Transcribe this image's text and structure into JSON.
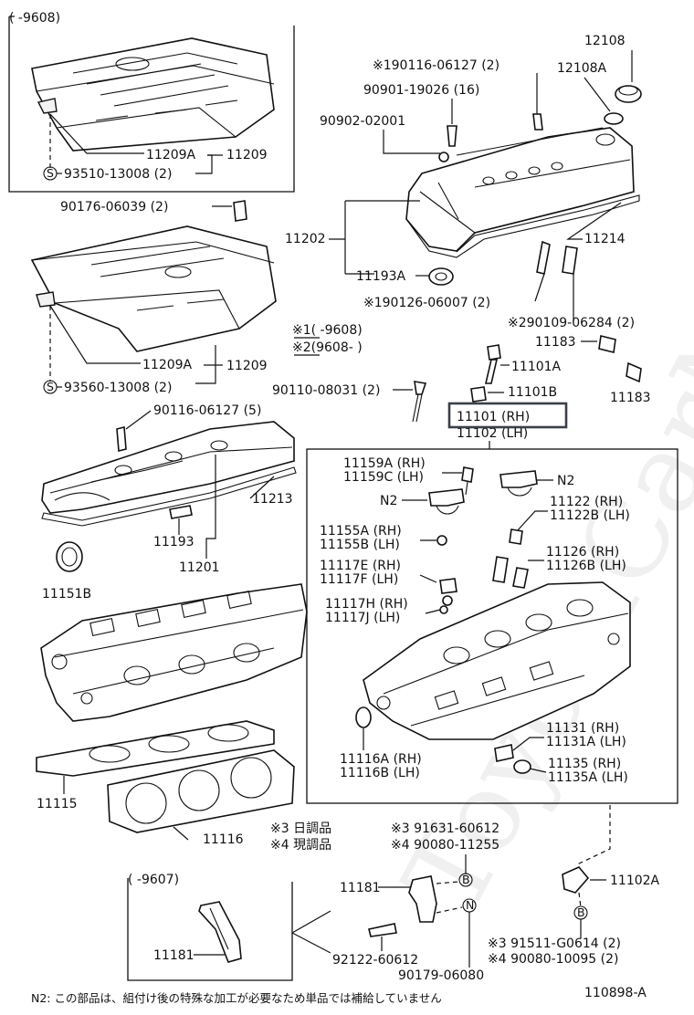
{
  "watermark": "ToyotaCarMart",
  "ranges": {
    "top_box": "(    -9608)",
    "legend1": "※1(    -9608)",
    "legend2": "※2(9608-    )",
    "bottom_box": "(    -9607)"
  },
  "labels": {
    "p11209A_1": "11209A",
    "p11209_1": "11209",
    "p93510": "93510-13008 (2)",
    "p90176": "90176-06039 (2)",
    "p11209A_2": "11209A",
    "p11209_2": "11209",
    "p93560": "93560-13008 (2)",
    "p90116_a": "※190116-06127 (2)",
    "p90901": "90901-19026 (16)",
    "p90902": "90902-02001",
    "p12108": "12108",
    "p12108A": "12108A",
    "p11202": "11202",
    "p11214": "11214",
    "p11193A": "11193A",
    "p190126": "※190126-06007 (2)",
    "p290109": "※290109-06284 (2)",
    "p11183_a": "11183",
    "p11101A": "11101A",
    "p11101B": "11101B",
    "p11183_b": "11183",
    "p90110": "90110-08031 (2)",
    "p11101RH": "11101 (RH)",
    "p11102LH": "11102 (LH)",
    "p90116_b": "90116-06127 (5)",
    "p11213": "11213",
    "p11193": "11193",
    "p11201": "11201",
    "p11151B": "11151B",
    "p11159A": "11159A (RH)",
    "p11159C": "11159C (LH)",
    "pN2_a": "N2",
    "pN2_b": "N2",
    "p11122": "11122  (RH)",
    "p11122B": "11122B (LH)",
    "p11155A": "11155A (RH)",
    "p11155B": "11155B (LH)",
    "p11126": "11126  (RH)",
    "p11126B": "11126B (LH)",
    "p11117E": "11117E (RH)",
    "p11117F": "11117F (LH)",
    "p11117H": "11117H (RH)",
    "p11117J": "11117J (LH)",
    "p11131": "11131  (RH)",
    "p11131A": "11131A (LH)",
    "p11116A": "11116A (RH)",
    "p11116B": "11116B (LH)",
    "p11135": "11135  (RH)",
    "p11135A": "11135A (LH)",
    "p11115": "11115",
    "p11116": "11116",
    "note3": "※3 日調品",
    "note4": "※4 現調品",
    "p91631": "※3 91631-60612",
    "p90080a": "※4 90080-11255",
    "p11181_a": "11181",
    "p11181_b": "11181",
    "p92122": "92122-60612",
    "p90179": "90179-06080",
    "p11102A": "11102A",
    "p91511": "※3 91511-G0614 (2)",
    "p90080b": "※4 90080-10095 (2)",
    "footnote": "N2: この部品は、組付け後の特殊な加工が必要なため単品では補給していません",
    "figure_no": "110898-A"
  },
  "symbols": {
    "s_circle": "S",
    "b_circle": "B",
    "n_circle": "N"
  }
}
